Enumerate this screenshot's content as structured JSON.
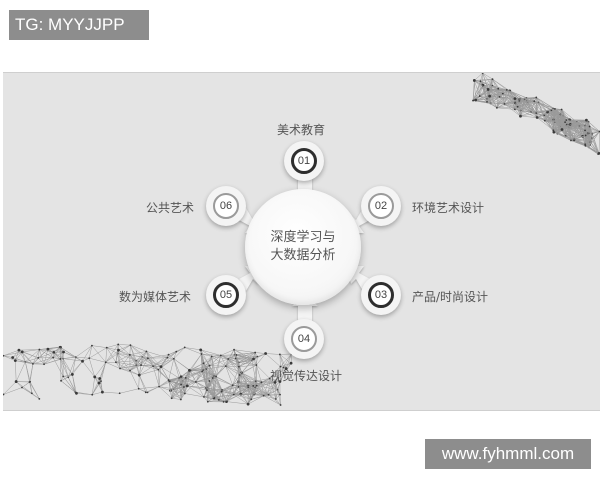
{
  "watermarks": {
    "top": "TG: MYYJJPP",
    "bottom": "www.fyhmml.com"
  },
  "diagram": {
    "center": {
      "line1": "深度学习与",
      "line2": "大数据分析"
    },
    "nodes": [
      {
        "number": "01",
        "label": "美术教育",
        "style": "dark"
      },
      {
        "number": "02",
        "label": "环境艺术设计",
        "style": "light"
      },
      {
        "number": "03",
        "label": "产品/时尚设计",
        "style": "dark"
      },
      {
        "number": "04",
        "label": "视觉传达设计",
        "style": "light"
      },
      {
        "number": "05",
        "label": "数为媒体艺术",
        "style": "dark"
      },
      {
        "number": "06",
        "label": "公共艺术",
        "style": "light"
      }
    ]
  },
  "colors": {
    "slide_background": "#e4e4e4",
    "watermark_background": "#8d8d8d",
    "node_ring_dark": "#2e2e2e",
    "node_ring_light": "#9a9a9a",
    "text": "#555555"
  }
}
